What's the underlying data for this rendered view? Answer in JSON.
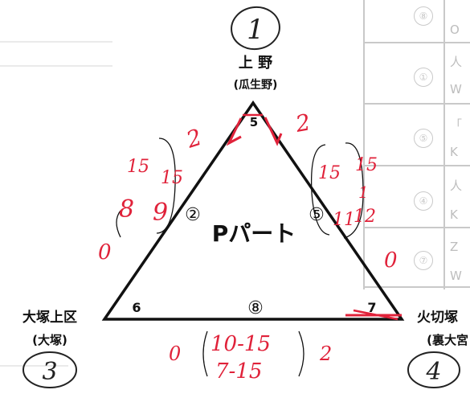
{
  "stations": {
    "top": {
      "circle": "1",
      "name": "上 野",
      "sub": "(瓜生野)"
    },
    "left": {
      "circle": "3",
      "name": "大塚上区",
      "sub": "(大塚)"
    },
    "right": {
      "circle": "4",
      "name": "火切塚",
      "sub": "(裏大宮"
    }
  },
  "part_label": "Pパート",
  "side_numbers": {
    "left_side": "②",
    "right_side": "⑤",
    "bottom_side": "⑧"
  },
  "corner_numbers": {
    "top": "5",
    "left": "6",
    "right": "7"
  },
  "handwritten": {
    "top_left_2": "2",
    "top_right_2": "2",
    "left_15a": "15",
    "left_15b": "15",
    "left_8": "8",
    "left_9": "9",
    "left_0": "0",
    "right_15a": "15",
    "right_15b": "15",
    "right_1": "1",
    "right_11": "11",
    "right_12": "12",
    "right_0": "0",
    "bottom_0": "0",
    "bottom_row1": "10-15",
    "bottom_row2": "7-15",
    "bottom_2": "2"
  },
  "background_letters": [
    "⑧",
    "①",
    "⑤",
    "④",
    "⑦"
  ],
  "background_marks": [
    "O",
    "人",
    "W",
    "「",
    "K",
    "人",
    "K",
    "Z",
    "W"
  ],
  "colors": {
    "ink": "#111111",
    "red": "#e0223a",
    "gray": "#c9c9c9"
  }
}
